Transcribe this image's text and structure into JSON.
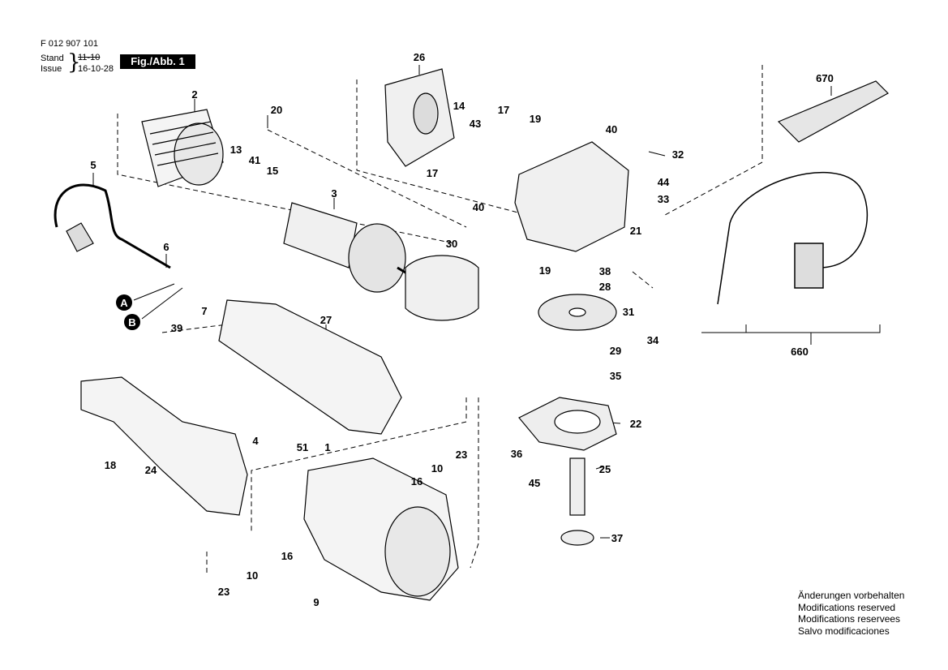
{
  "header": {
    "doc_number": "F 012 907 101",
    "stand_label": "Stand",
    "issue_label": "Issue",
    "brace": "}",
    "stand_value": "11-10",
    "issue_value": "16-10-28",
    "figure_label": "Fig./Abb. 1"
  },
  "callouts": {
    "c2": "2",
    "c20": "20",
    "c13": "13",
    "c41": "41",
    "c15": "15",
    "c5": "5",
    "c3": "3",
    "c6": "6",
    "c30": "30",
    "c7": "7",
    "c39": "39",
    "c27": "27",
    "c4": "4",
    "c51": "51",
    "c1": "1",
    "c18": "18",
    "c24": "24",
    "c16a": "16",
    "c10a": "10",
    "c23a": "23",
    "c16b": "16",
    "c10b": "10",
    "c23b": "23",
    "c9": "9",
    "c26": "26",
    "c14": "14",
    "c43": "43",
    "c17a": "17",
    "c17b": "17",
    "c19a": "19",
    "c40a": "40",
    "c32": "32",
    "c44": "44",
    "c33": "33",
    "c21": "21",
    "c40b": "40",
    "c19b": "19",
    "c38": "38",
    "c28": "28",
    "c31": "31",
    "c34": "34",
    "c29": "29",
    "c35": "35",
    "c22": "22",
    "c36": "36",
    "c25": "25",
    "c45": "45",
    "c37": "37",
    "c670": "670",
    "c660": "660"
  },
  "markers": {
    "a": "A",
    "b": "B"
  },
  "footer": {
    "lines": [
      "Änderungen vorbehalten",
      "Modifications reserved",
      "Modifications reservees",
      "Salvo modificaciones"
    ]
  }
}
